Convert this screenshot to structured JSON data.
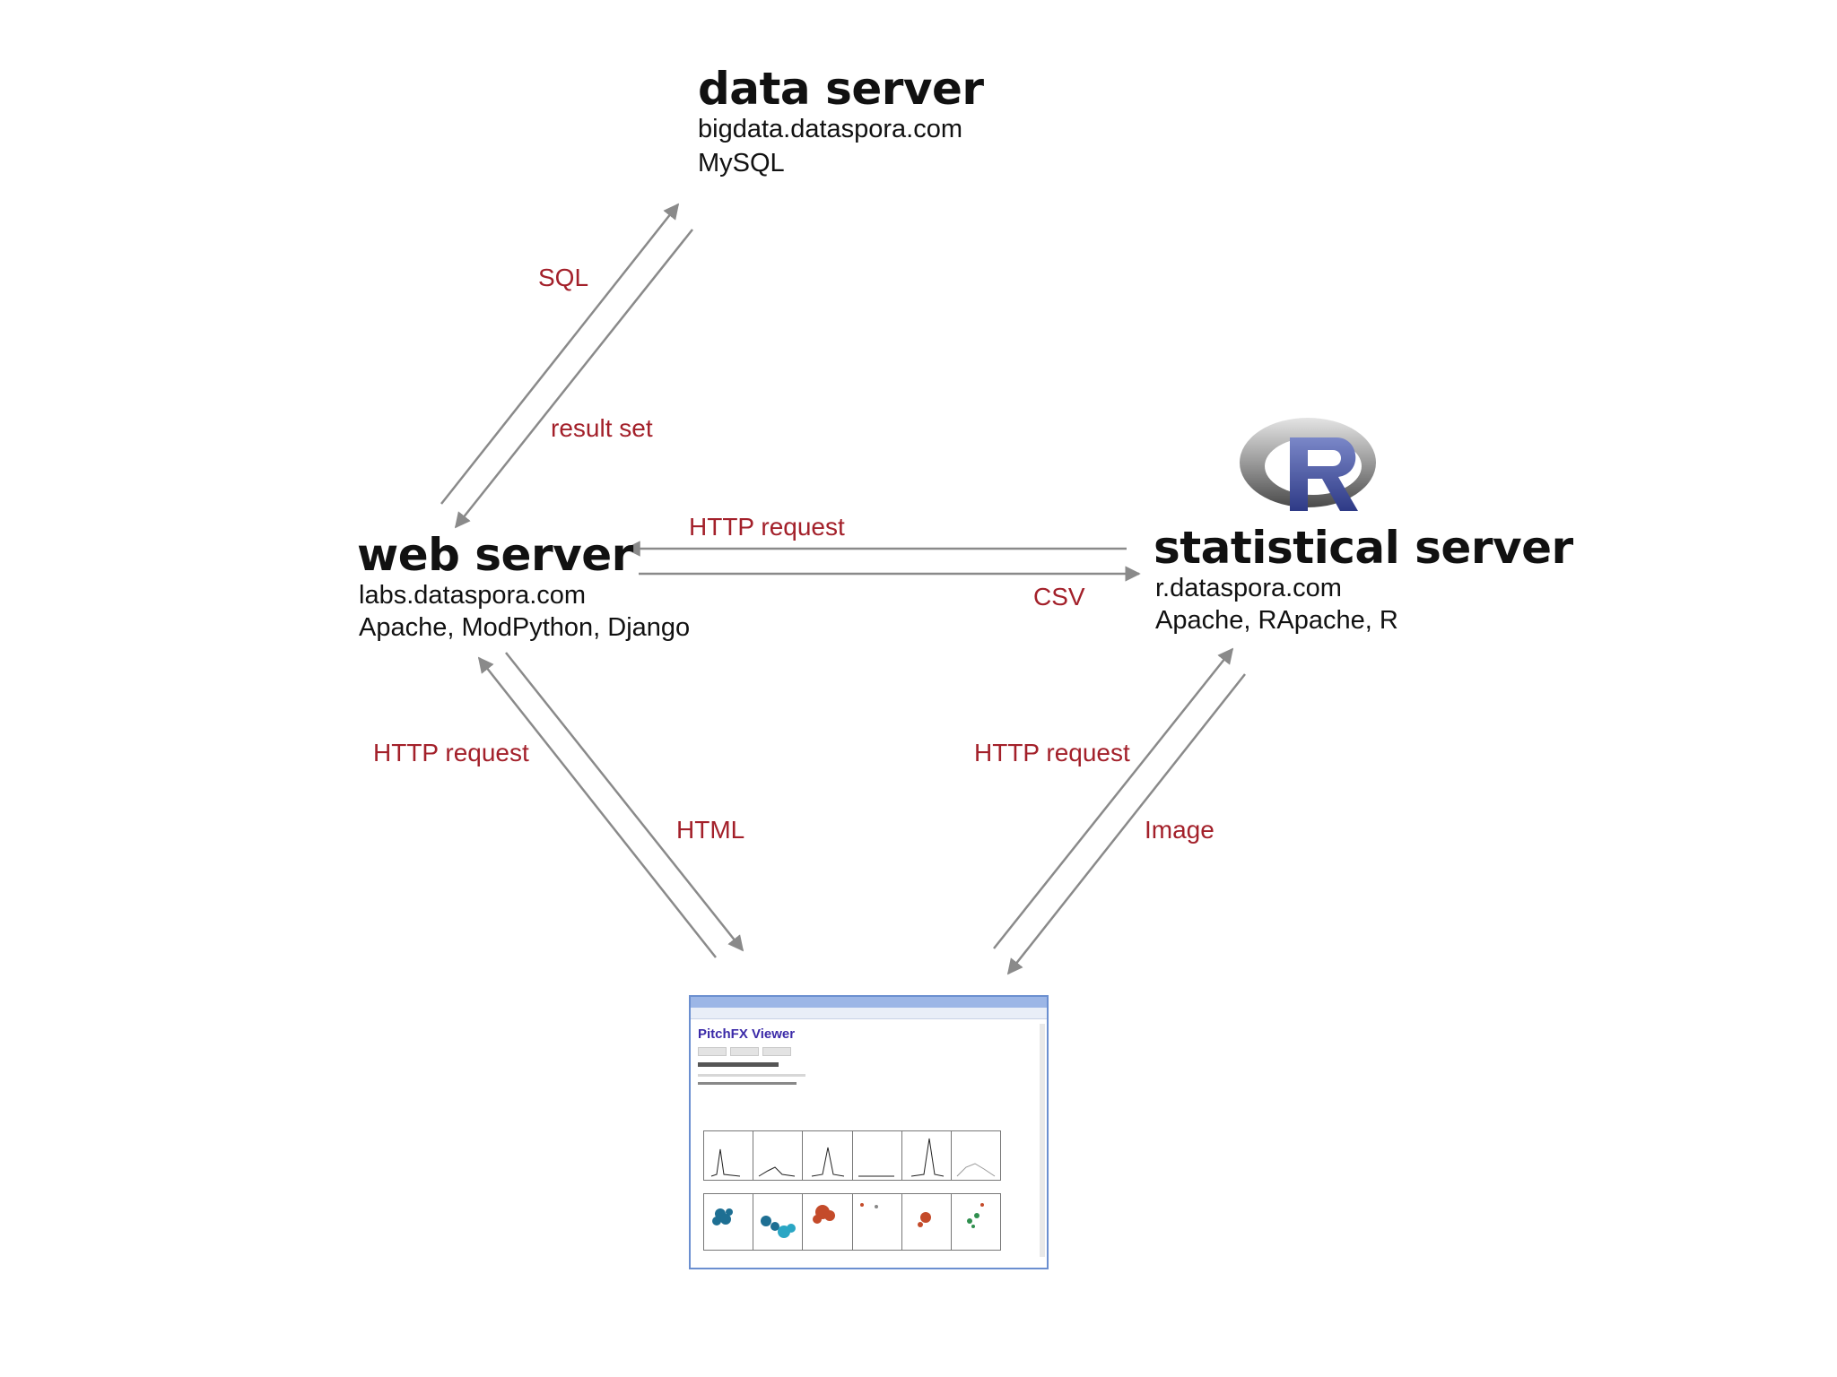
{
  "nodes": {
    "data_server": {
      "title": "data server",
      "host": "bigdata.dataspora.com",
      "stack": "MySQL"
    },
    "web_server": {
      "title": "web server",
      "host": "labs.dataspora.com",
      "stack": "Apache, ModPython, Django"
    },
    "statistical_server": {
      "title": "statistical server",
      "host": "r.dataspora.com",
      "stack": "Apache, RApache, R",
      "logo": "r-logo"
    },
    "browser": {
      "page_heading": "PitchFX Viewer",
      "icon": "browser-window-screenshot"
    }
  },
  "edges": {
    "sql": "SQL",
    "result_set": "result set",
    "http_request_web_to_stat": "HTTP request",
    "csv": "CSV",
    "http_request_browser_to_web": "HTTP request",
    "html": "HTML",
    "http_request_browser_to_stat": "HTTP request",
    "image": "Image"
  },
  "colors": {
    "label": "#a3202a",
    "arrow": "#8a8a8a",
    "text": "#111111"
  }
}
